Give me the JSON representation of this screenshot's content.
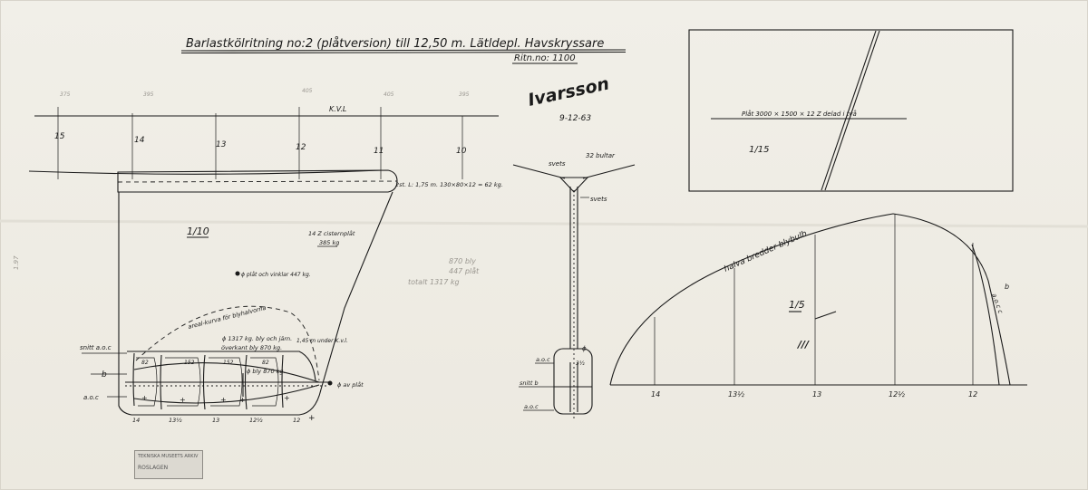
{
  "title": "Barlastkölritning no:2 (plåtversion) till 12,50 m. Lätldepl. Havskryssare",
  "drawing_no": "Ritn.no: 1100",
  "signature": "Ivarsson",
  "date": "9-12-63",
  "keel_view": {
    "kvl": "K.V.L",
    "frame_numbers": [
      "15",
      "14",
      "13",
      "12",
      "11",
      "10"
    ],
    "scale": "1/10",
    "angle_note": "2st. L: 1,75 m. 130×80×12 = 62 kg.",
    "cistern_note": "14 Z cisternplåt",
    "cistern_weight": "385 kg",
    "plate_note": "ϕ plåt och vinklar 447 kg.",
    "area_curve": "areal-kurva för blyhalvorna",
    "lead_iron": "ϕ 1317 kg. bly och järn.",
    "bottom_note": "1,45 m under K.v.l.",
    "top_edge": "överkant bly 870 kg.",
    "lead_weight": "ϕ bly 870 kg.",
    "plate_c": "ϕ av plåt",
    "labels": [
      "snitt a.o.c",
      "b",
      "a.o.c",
      "82",
      "152",
      "152",
      "82",
      "+"
    ],
    "bottom_frames": [
      "14",
      "13½",
      "13",
      "12½",
      "12"
    ]
  },
  "weights": [
    "870 bly",
    "447 plåt",
    "totalt 1317 kg"
  ],
  "section": {
    "svets_top": "svets",
    "bultar": "32 bultar",
    "svets_side": "svets",
    "labels": [
      "a.o.c",
      "ϕ",
      "3½",
      "snitt b",
      "a.o.c"
    ]
  },
  "plate": {
    "note": "Plåt 3000 × 1500 × 12 Z delad i två",
    "scale": "1/15"
  },
  "bulb": {
    "label": "halva bredder blybulb",
    "scale": "1/5",
    "frames": [
      "14",
      "13½",
      "13",
      "12½",
      "12"
    ],
    "curve_b": "b",
    "curve_aoc": "a.o.c c"
  },
  "margin_pencil": [
    "375",
    "395",
    "405",
    "405",
    "395",
    "1.97"
  ],
  "stamp": [
    "TEKNISKA MUSEETS ARKIV",
    "ROSLAGEN"
  ]
}
